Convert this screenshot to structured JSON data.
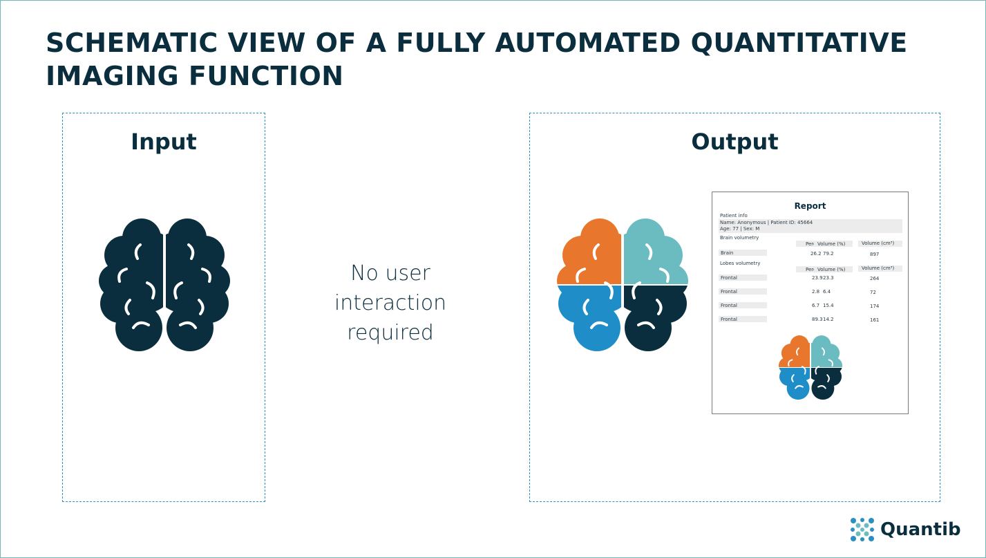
{
  "title": {
    "line1": "SCHEMATIC VIEW OF A FULLY AUTOMATED QUANTITATIVE",
    "line2": "IMAGING FUNCTION"
  },
  "input_panel": {
    "heading": "Input",
    "icon": "brain-icon"
  },
  "middle_text": {
    "line1": "No user",
    "line2": "interaction",
    "line3": "required"
  },
  "output_panel": {
    "heading": "Output",
    "icon": "colored-brain-icon"
  },
  "colors": {
    "dark": "#0a2e3e",
    "orange": "#e8762c",
    "teal": "#6bbcc0",
    "blue": "#1f8ec8",
    "dashed_border": "#2a8fc4"
  },
  "report": {
    "title": "Report",
    "patient_info_label": "Patient info",
    "patient_line1": "Name: Anonymous | Patient ID: 45664",
    "patient_line2": "Age: 77 | Sex: M",
    "brain_section_label": "Brain volumetry",
    "brain_columns": [
      "Percentile",
      "Volume (%)",
      "Volume (cm³)"
    ],
    "brain_rows": [
      {
        "label": "Brain",
        "percentile": "26.2",
        "volume_pct": "79.2",
        "volume_cm3": "897"
      }
    ],
    "lobes_section_label": "Lobes volumetry",
    "lobes_columns": [
      "Percentile",
      "Volume (%)",
      "Volume (cm³)"
    ],
    "lobes_rows": [
      {
        "label": "Frontal",
        "percentile": "23.9",
        "volume_pct": "23.3",
        "volume_cm3": "264"
      },
      {
        "label": "Frontal",
        "percentile": "2.8",
        "volume_pct": "6.4",
        "volume_cm3": "72"
      },
      {
        "label": "Frontal",
        "percentile": "6.7",
        "volume_pct": "15.4",
        "volume_cm3": "174"
      },
      {
        "label": "Frontal",
        "percentile": "89.3",
        "volume_pct": "14.2",
        "volume_cm3": "161"
      }
    ]
  },
  "logo": {
    "text": "Quantib",
    "icon": "quantib-logo-icon"
  }
}
